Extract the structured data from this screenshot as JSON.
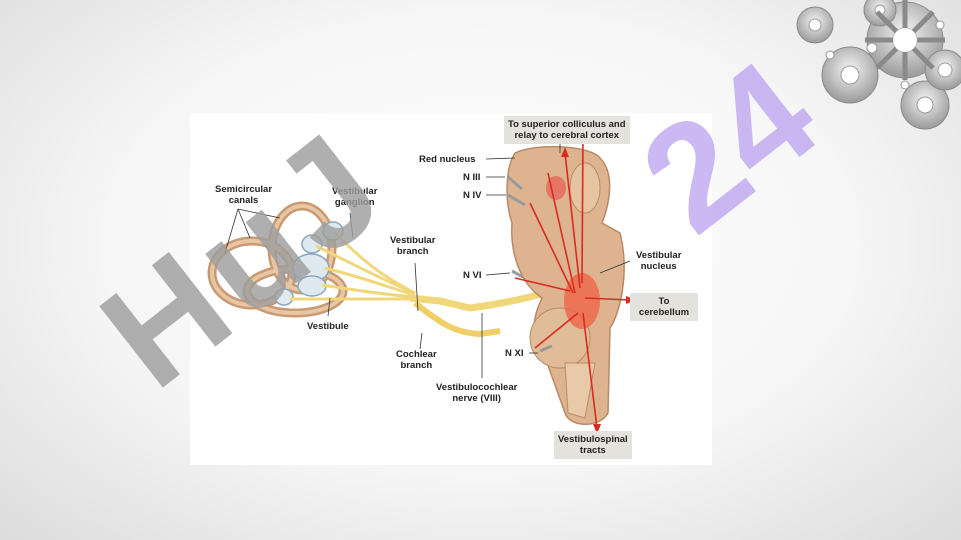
{
  "watermark": {
    "text_main": "HuJ",
    "text_secondary": "24",
    "color_main": "#9e9e9e",
    "color_secondary": "#b79cf0"
  },
  "decor": {
    "icon": "gear-cluster-icon"
  },
  "diagram": {
    "labels": {
      "semicircular_canals": "Semicircular\ncanals",
      "vestibular_ganglion": "Vestibular\nganglion",
      "vestibule": "Vestibule",
      "vestibular_branch": "Vestibular\nbranch",
      "cochlear_branch": "Cochlear\nbranch",
      "vestibulocochlear_nerve": "Vestibulocochlear\nnerve (VIII)",
      "red_nucleus": "Red nucleus",
      "n_iii": "N III",
      "n_iv": "N IV",
      "n_vi": "N VI",
      "n_xi": "N XI",
      "vestibular_nucleus": "Vestibular\nnucleus",
      "to_superior_colliculus": "To superior colliculus and\nrelay to cerebral cortex",
      "to_cerebellum": "To\ncerebellum",
      "vestibulospinal_tracts": "Vestibulospinal\ntracts"
    },
    "colors": {
      "nerve": "#f2d77a",
      "tissue": "#d9b08c",
      "pathway": "#d92b20",
      "box": "#e3e2dc"
    }
  }
}
